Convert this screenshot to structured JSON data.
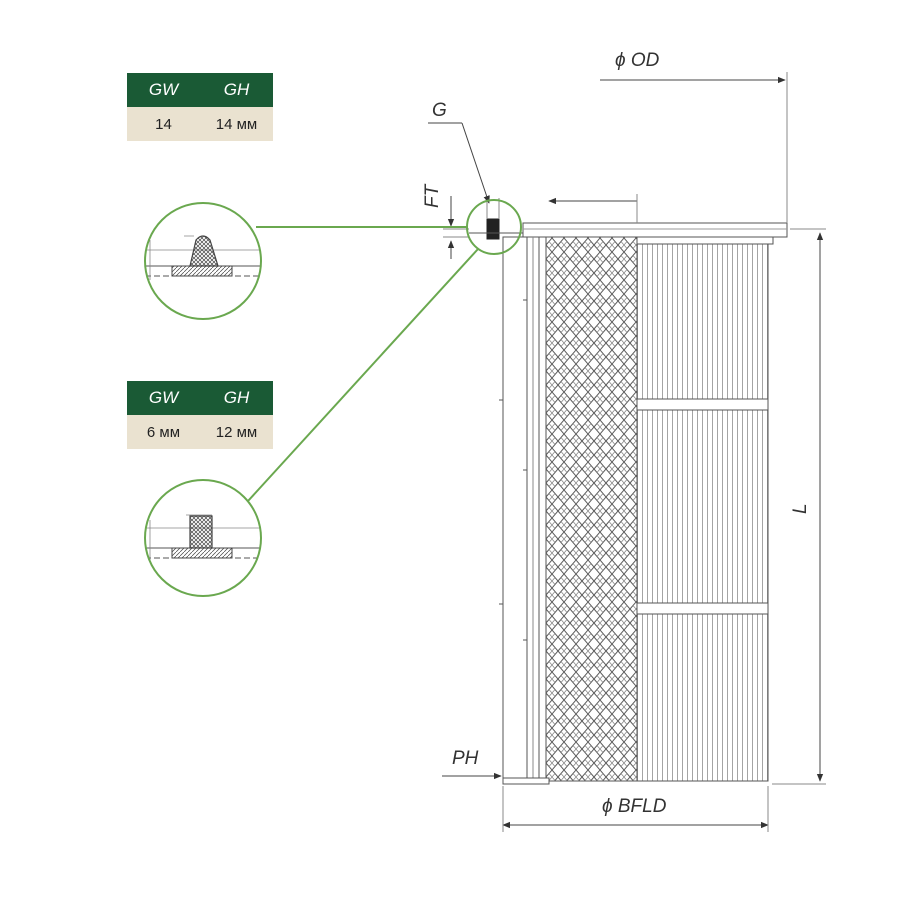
{
  "colors": {
    "callout_green": "#6aa84f",
    "table_header": "#1a5a35",
    "table_cell": "#eae2d0",
    "line": "#555555"
  },
  "tables": [
    {
      "headers": [
        "GW",
        "GH"
      ],
      "values": [
        "14",
        "14 мм"
      ]
    },
    {
      "headers": [
        "GW",
        "GH"
      ],
      "values": [
        "6 мм",
        "12 мм"
      ]
    }
  ],
  "dimensions": {
    "od": "ϕ OD",
    "g": "G",
    "ft": "FT",
    "l": "L",
    "ph": "PH",
    "bfld": "ϕ BFLD"
  }
}
